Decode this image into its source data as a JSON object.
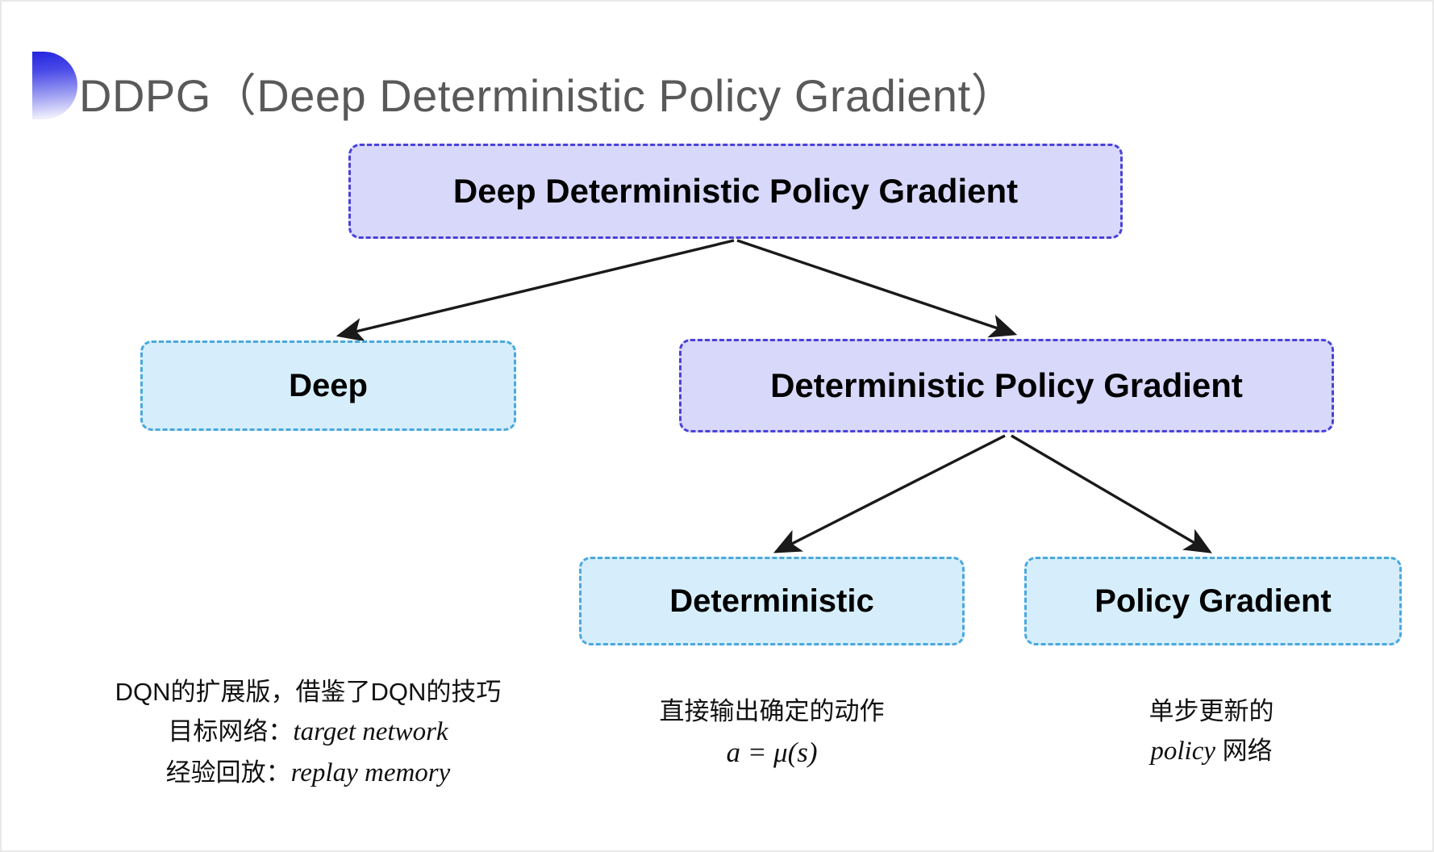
{
  "slide": {
    "title": "DDPG（Deep Deterministic Policy Gradient）",
    "background_color": "#ffffff"
  },
  "theme": {
    "purple_fill": "#d8d8fb",
    "purple_border": "#4a42d8",
    "cyan_fill": "#d6eefb",
    "cyan_border": "#4aa8dd",
    "title_color": "#595959",
    "arrow_color": "#1a1a1a",
    "bullet_gradient_from": "#2525e0",
    "bullet_gradient_to": "#ffffff"
  },
  "diagram": {
    "type": "tree",
    "nodes": [
      {
        "id": "root",
        "label": "Deep Deterministic Policy Gradient",
        "style": "purple",
        "level": 0
      },
      {
        "id": "deep",
        "label": "Deep",
        "style": "cyan",
        "level": 1
      },
      {
        "id": "dpg",
        "label": "Deterministic Policy Gradient",
        "style": "purple",
        "level": 1
      },
      {
        "id": "deterministic",
        "label": "Deterministic",
        "style": "cyan",
        "level": 2
      },
      {
        "id": "policy_gradient",
        "label": "Policy Gradient",
        "style": "cyan",
        "level": 2
      }
    ],
    "edges": [
      {
        "from": "root",
        "to": "deep"
      },
      {
        "from": "root",
        "to": "dpg"
      },
      {
        "from": "dpg",
        "to": "deterministic"
      },
      {
        "from": "dpg",
        "to": "policy_gradient"
      }
    ]
  },
  "captions": {
    "deep": {
      "line_1": "DQN的扩展版，借鉴了DQN的技巧",
      "line_2_label": "目标网络：",
      "line_2_term": "target network",
      "line_3_label": "经验回放：",
      "line_3_term": "replay memory"
    },
    "deterministic": {
      "line_1": "直接输出确定的动作",
      "formula": "a = μ(s)"
    },
    "policy_gradient": {
      "line_1": "单步更新的",
      "line_2_term": "policy",
      "line_2_suffix": " 网络"
    }
  }
}
